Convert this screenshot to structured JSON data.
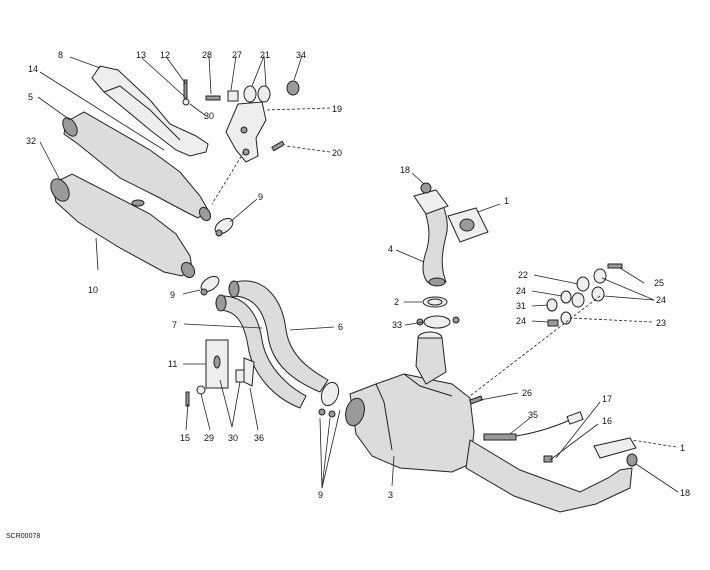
{
  "diagram": {
    "code": "SCR00078",
    "callouts": [
      "1",
      "1",
      "2",
      "3",
      "4",
      "5",
      "6",
      "7",
      "8",
      "9",
      "9",
      "9",
      "10",
      "11",
      "12",
      "13",
      "14",
      "15",
      "16",
      "17",
      "18",
      "18",
      "19",
      "20",
      "21",
      "22",
      "23",
      "24",
      "24",
      "24",
      "25",
      "26",
      "27",
      "28",
      "29",
      "30",
      "30",
      "31",
      "32",
      "33",
      "34",
      "35",
      "36"
    ]
  }
}
